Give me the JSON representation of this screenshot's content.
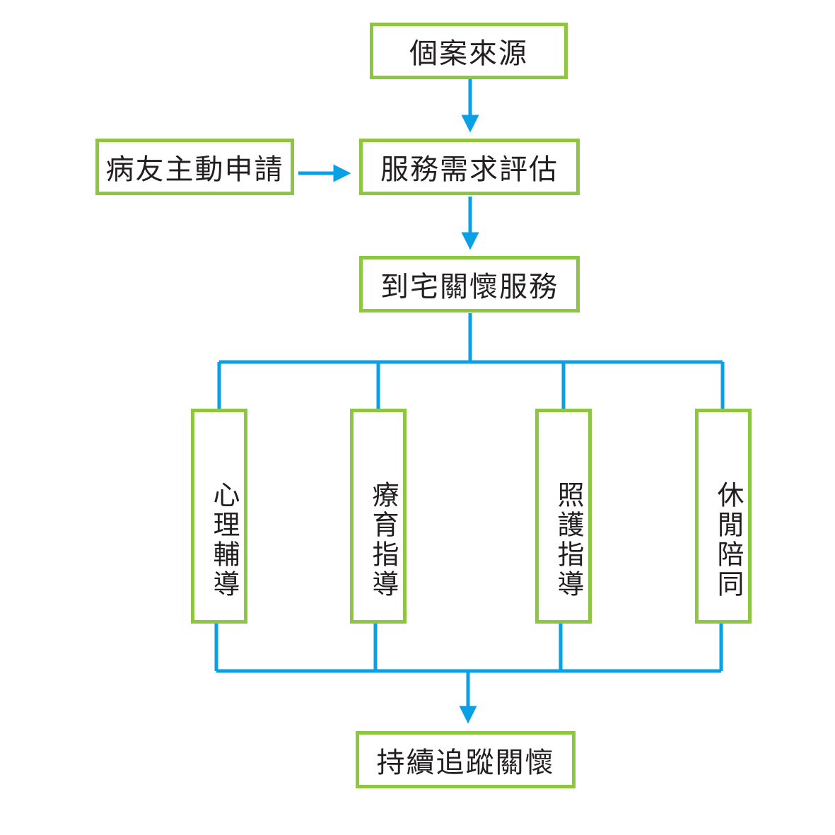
{
  "colors": {
    "box_border": "#8dc63f",
    "connector": "#0aa0e6",
    "text": "#231f20"
  },
  "nodes": {
    "case_source": "個案來源",
    "patient_request": "病友主動申請",
    "needs_assessment": "服務需求評估",
    "home_care": "到宅關懷服務",
    "services": [
      {
        "label": "心理輔導"
      },
      {
        "label": "療育指導"
      },
      {
        "label": "照護指導"
      },
      {
        "label": "休閒陪同"
      }
    ],
    "follow_up": "持續追蹤關懷"
  }
}
